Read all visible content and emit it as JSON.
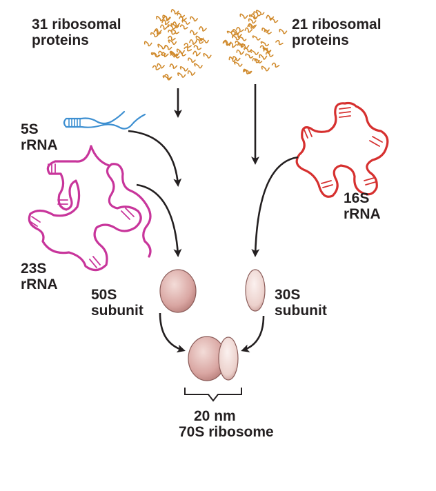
{
  "labels": {
    "proteins_50s": [
      "31 ribosomal",
      "proteins"
    ],
    "proteins_30s": [
      "21 ribosomal",
      "proteins"
    ],
    "rrna_5s": [
      "5S",
      "rRNA"
    ],
    "rrna_16s": [
      "16S",
      "rRNA"
    ],
    "rrna_23s": [
      "23S",
      "rRNA"
    ],
    "subunit_50s": [
      "50S",
      "subunit"
    ],
    "subunit_30s": [
      "30S",
      "subunit"
    ],
    "ribosome": [
      "20 nm",
      "70S ribosome"
    ]
  },
  "colors": {
    "protein": "#d08a2c",
    "rrna_5s": "#3d8fd1",
    "rrna_23s": "#c8359b",
    "rrna_16s": "#d6302f",
    "subunit_fill": "#d9a6a2",
    "subunit_light": "#f1dcd8",
    "arrow": "#231f20"
  },
  "icons": {
    "protein_cluster": "squiggle-cluster",
    "rrna": "looped-strand-with-stem-hairpins",
    "subunit": "oval-blob",
    "arrow": "curved-arrow"
  }
}
